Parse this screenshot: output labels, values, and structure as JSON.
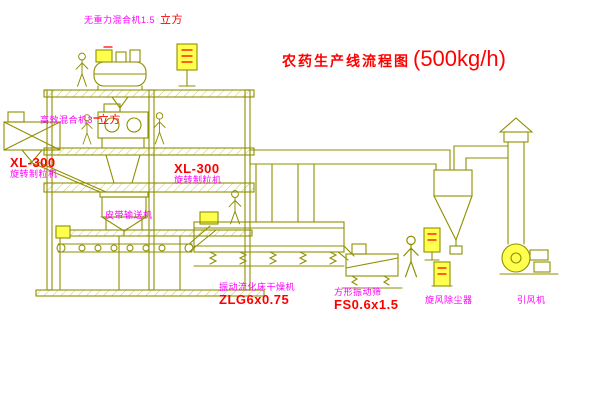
{
  "title": {
    "text": "农药生产线流程图",
    "capacity": "(500kg/h)"
  },
  "equipment_labels": {
    "mixer_top": {
      "name": "无重力混合机1.5",
      "unit": "立方"
    },
    "mixer_high_eff": {
      "name": "高效混合机3",
      "unit": "立方"
    },
    "granulator_left": {
      "model": "XL-300",
      "name": "旋转制粒机"
    },
    "granulator_center": {
      "model": "XL-300",
      "name": "旋转制粒机"
    },
    "belt_conveyor": {
      "name": "皮带输送机"
    },
    "fluid_bed_dryer": {
      "name": "振动流化床干燥机",
      "model": "ZLG6x0.75"
    },
    "vibrating_sieve": {
      "name": "方形振动筛",
      "model": "FS0.6x1.5"
    },
    "cyclone": {
      "name": "旋风除尘器"
    },
    "draft_fan": {
      "name": "引风机"
    }
  },
  "colors": {
    "line": "#8f8f00",
    "machine_fill": "#ffff4d",
    "label_magenta": "#ff00ff",
    "label_red": "#ff0000",
    "background": "#ffffff"
  }
}
